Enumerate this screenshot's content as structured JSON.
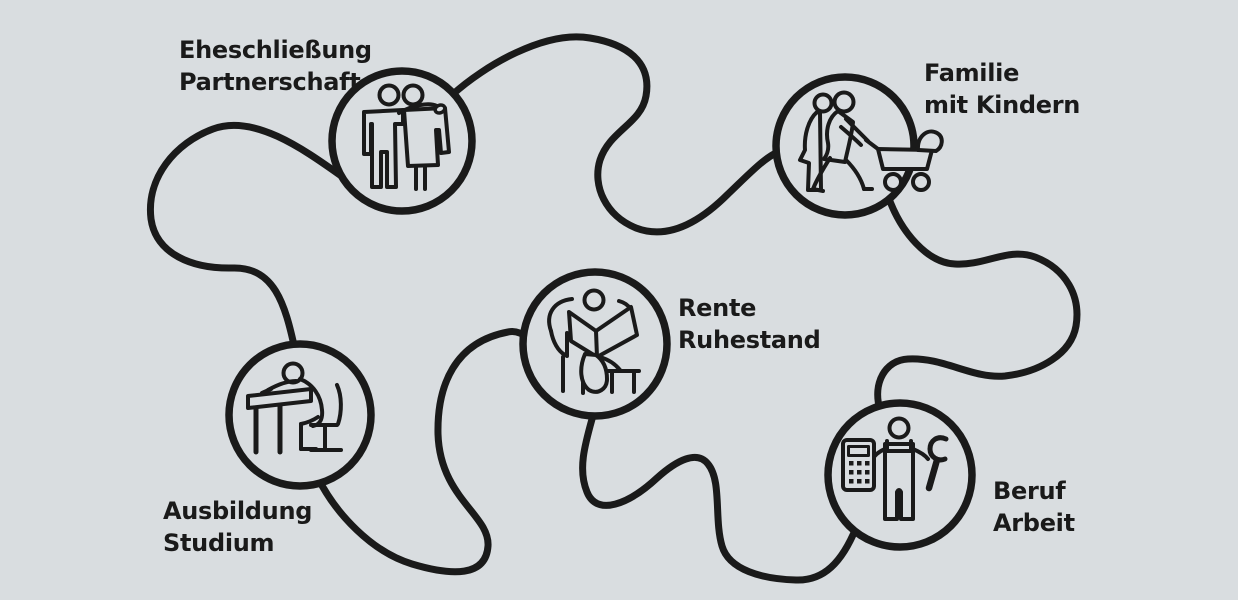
{
  "diagram": {
    "description": "Hand-drawn life-stages cycle diagram with five pictogram stations connected by one meandering line",
    "background_color": "#d9dde0",
    "ink_color": "#1a1a1a",
    "nodes": [
      {
        "id": "eheschliessung",
        "line1": "Eheschließung",
        "line2": "Partnerschaft",
        "icon": "couple-icon"
      },
      {
        "id": "familie",
        "line1": "Familie",
        "line2": "mit Kindern",
        "icon": "parents-stroller-icon"
      },
      {
        "id": "rente",
        "line1": "Rente",
        "line2": "Ruhestand",
        "icon": "reading-armchair-icon"
      },
      {
        "id": "ausbildung",
        "line1": "Ausbildung",
        "line2": "Studium",
        "icon": "student-at-desk-icon"
      },
      {
        "id": "beruf",
        "line1": "Beruf",
        "line2": "Arbeit",
        "icon": "worker-tools-icon"
      }
    ]
  }
}
